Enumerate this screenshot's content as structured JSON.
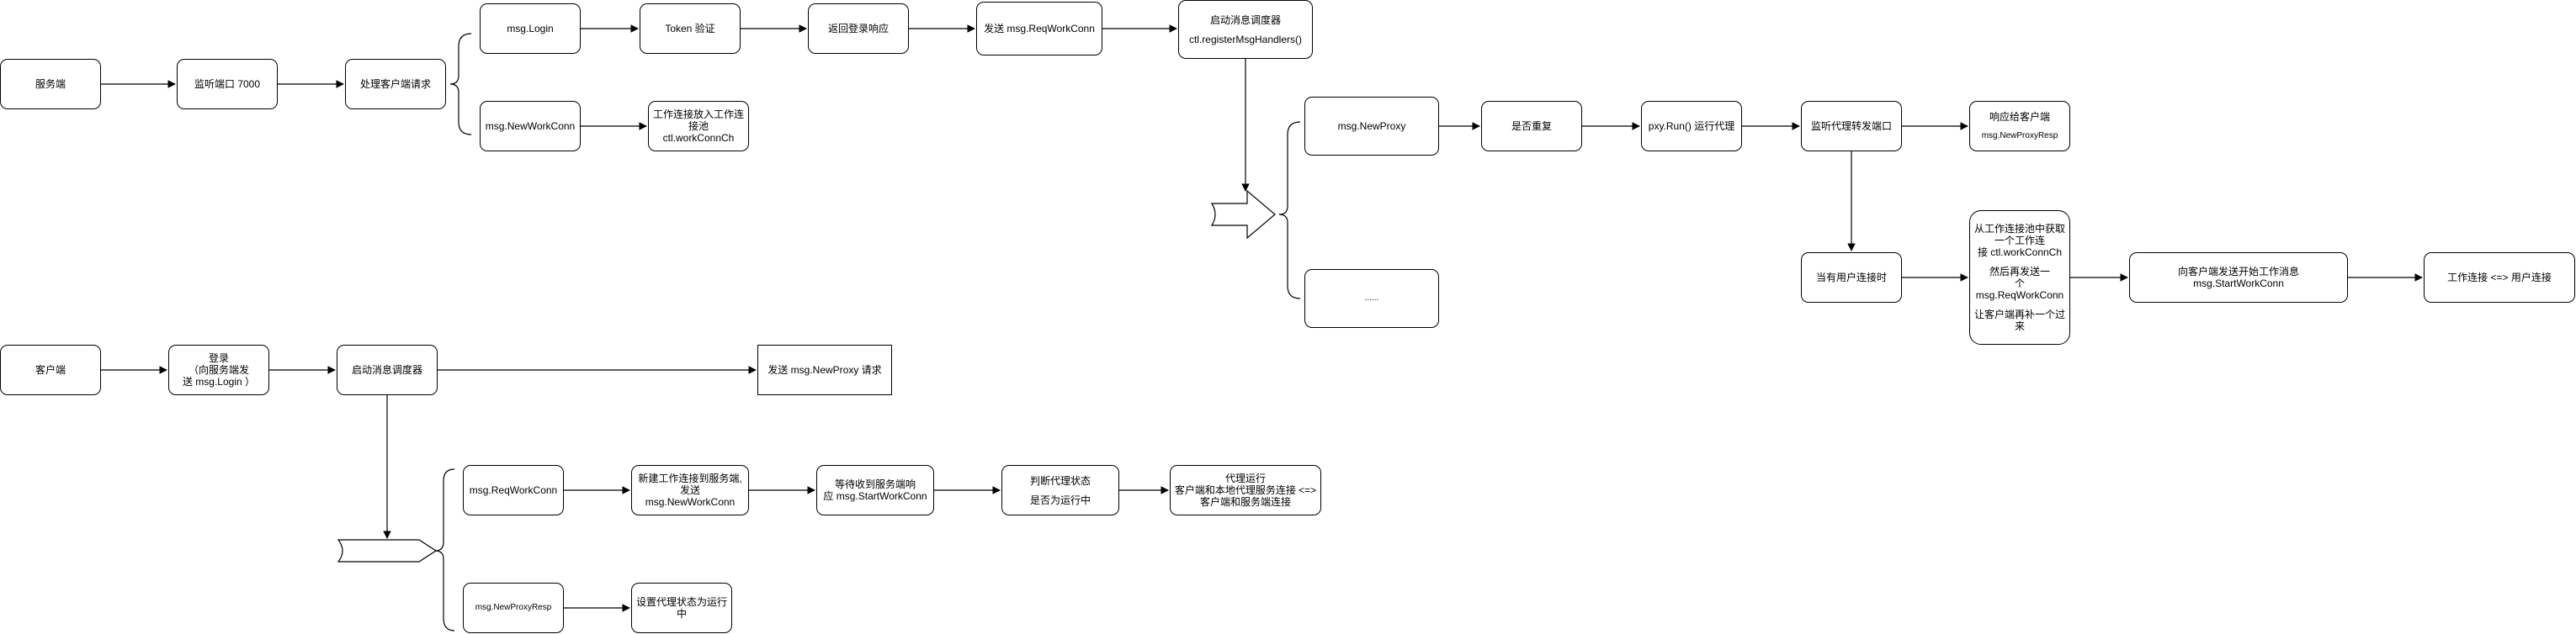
{
  "server": {
    "root": "服务端",
    "listen": "监听端口 7000",
    "handle": "处理客户端请求",
    "login": "msg.Login",
    "token": "Token 验证",
    "login_resp": "返回登录响应",
    "send_reqworkconn": "发送 msg.ReqWorkConn",
    "dispatcher": "启动消息调度器",
    "dispatcher_sub": "ctl.registerMsgHandlers()",
    "newworkconn": "msg.NewWorkConn",
    "workconn_pool_1": "工作连接放入工作连",
    "workconn_pool_2": "接池 ctl.workConnCh",
    "newproxy": "msg.NewProxy",
    "dup": "是否重复",
    "pxy_run": "pxy.Run() 运行代理",
    "listen_proxy": "监听代理转发端口",
    "resp_client": "响应给客户端",
    "resp_client_sub": "msg.NewProxyResp",
    "ellipsis": "......",
    "user_conn": "当有用户连接时",
    "fetch_1": "从工作连接池中获取",
    "fetch_2": "一个工作连",
    "fetch_3": "接 ctl.workConnCh",
    "fetch_4": "然后再发送一",
    "fetch_5": "个 msg.ReqWorkConn",
    "fetch_6": "让客户端再补一个过",
    "fetch_7": "来",
    "start_work_1": "向客户端发送开始工作消息",
    "start_work_2": "msg.StartWorkConn",
    "bridge": "工作连接 <=> 用户连接"
  },
  "client": {
    "root": "客户端",
    "login_1": "登录",
    "login_2": "（向服务端发",
    "login_3": "送 msg.Login ）",
    "dispatcher": "启动消息调度器",
    "send_newproxy": "发送 msg.NewProxy 请求",
    "reqworkconn": "msg.ReqWorkConn",
    "new_conn_1": "新建工作连接到服务端,",
    "new_conn_2": "发送 msg.NewWorkConn",
    "wait_1": "等待收到服务端响",
    "wait_2": "应 msg.StartWorkConn",
    "judge_1": "判断代理状态",
    "judge_2": "是否为运行中",
    "run_1": "代理运行",
    "run_2": "客户端和本地代理服务连接 <=>",
    "run_3": "客户端和服务端连接",
    "newproxyresp": "msg.NewProxyResp",
    "set_state_1": "设置代理状态为运行",
    "set_state_2": "中"
  }
}
